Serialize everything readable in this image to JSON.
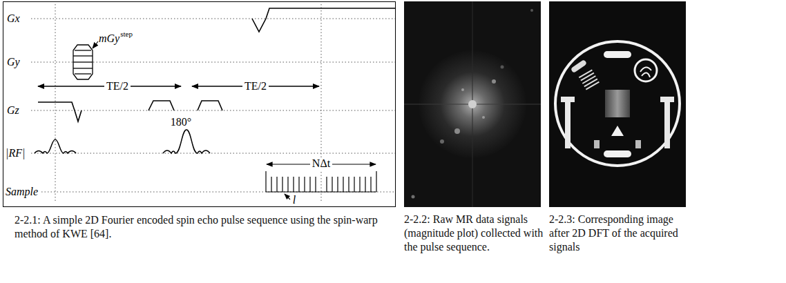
{
  "diagram": {
    "nodes": [
      {
        "text": [
          "2-2.1: A simple 2D Fourier encoded spin echo pulse sequence using the spin-warp method of KWE [64]."
        ]
      },
      {
        "text": [
          "2-2.2: Raw MR data signals (magnitude plot) collected with the pulse sequence."
        ]
      },
      {
        "text": [
          "2-2.3: Corresponding image after 2D DFT of the acquired signals"
        ]
      }
    ],
    "labels": [
      "Gx",
      "Gy",
      "mGy",
      "step",
      "TE/2",
      "TE/2",
      "Gz",
      "180°",
      "|RF|",
      "NΔt",
      "Sample",
      "l"
    ]
  }
}
